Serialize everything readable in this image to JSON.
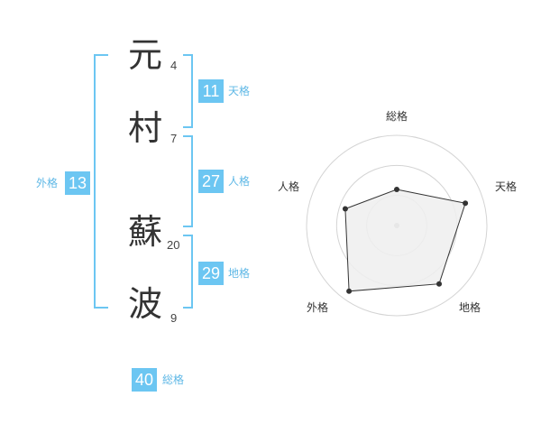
{
  "name": {
    "chars": [
      {
        "char": "元",
        "strokes": "4"
      },
      {
        "char": "村",
        "strokes": "7"
      },
      {
        "char": "蘇",
        "strokes": "20"
      },
      {
        "char": "波",
        "strokes": "9"
      }
    ]
  },
  "fortunes": {
    "tenkaku": {
      "value": "11",
      "label": "天格"
    },
    "jinkaku": {
      "value": "27",
      "label": "人格"
    },
    "chikaku": {
      "value": "29",
      "label": "地格"
    },
    "gaikaku": {
      "value": "13",
      "label": "外格"
    },
    "soukaku": {
      "value": "40",
      "label": "総格"
    }
  },
  "chart_data": {
    "type": "radar",
    "axes": [
      "総格",
      "天格",
      "地格",
      "外格",
      "人格"
    ],
    "values": [
      0.4,
      0.8,
      0.8,
      0.9,
      0.6
    ],
    "scale": [
      0,
      1
    ],
    "rings": 3,
    "colors": {
      "fill": "#efefef",
      "line": "#333333",
      "grid": "#d4d4d4",
      "accent": "#6cc6f2"
    }
  }
}
